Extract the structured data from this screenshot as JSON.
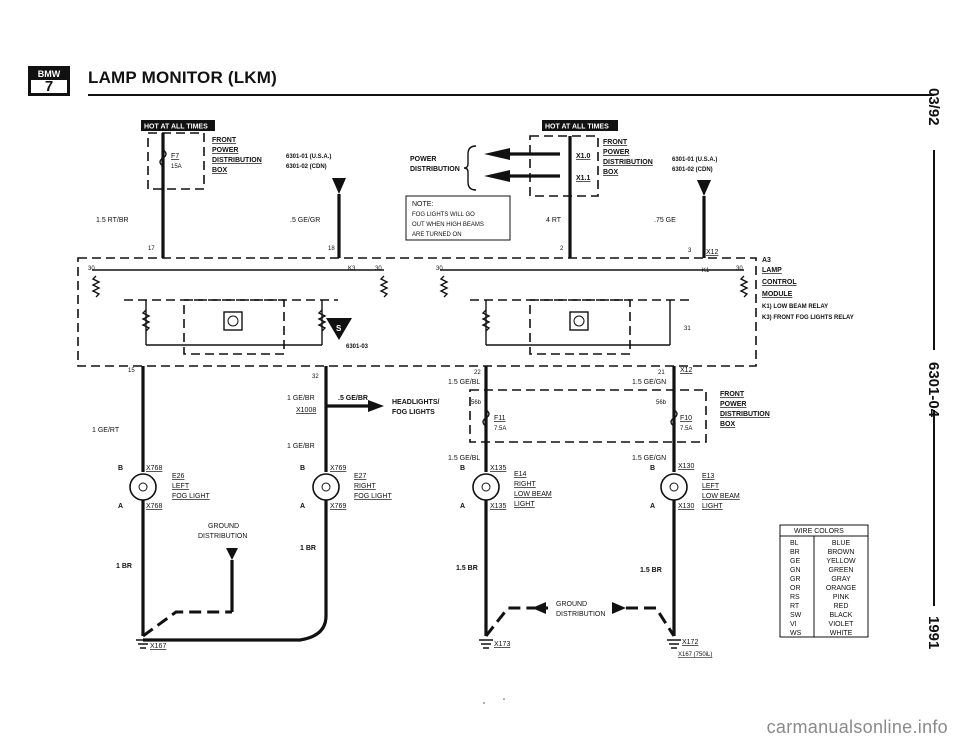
{
  "header": {
    "logo_text": "BMW",
    "logo_number": "7",
    "title": "LAMP MONITOR (LKM)"
  },
  "side": {
    "date": "03/92",
    "code": "6301-04",
    "year": "1991"
  },
  "hot_left": {
    "badge": "HOT AT ALL TIMES",
    "fuse": "F7",
    "amp": "15A",
    "box": [
      "FRONT",
      "POWER",
      "DISTRIBUTION",
      "BOX"
    ],
    "wire": "1.5 RT/BR",
    "pin": "17"
  },
  "ref_left": {
    "line1": "6301-01 (U.S.A.)",
    "line2": "6301-02 (CDN)",
    "wire": ".5 GE/GR",
    "pin": "18"
  },
  "power_dist": {
    "label": [
      "POWER",
      "DISTRIBUTION"
    ]
  },
  "hot_right": {
    "badge": "HOT AT ALL TIMES",
    "x_top": "X1.0",
    "x_bottom": "X1.1",
    "box": [
      "FRONT",
      "POWER",
      "DISTRIBUTION",
      "BOX"
    ],
    "wire": "4 RT",
    "pin": "2"
  },
  "ref_right": {
    "line1": "6301-01 (U.S.A.)",
    "line2": "6301-02 (CDN)",
    "wire": ".75 GE",
    "pin": "3",
    "connector": "X12"
  },
  "note": {
    "title": "NOTE:",
    "lines": [
      "FOG LIGHTS WILL GO",
      "OUT WHEN HIGH BEAMS",
      "ARE TURNED ON"
    ]
  },
  "module": {
    "id": "A3",
    "name": [
      "LAMP",
      "CONTROL",
      "MODULE"
    ],
    "relays": [
      "K1) LOW BEAM RELAY",
      "K3) FRONT FOG LIGHTS RELAY"
    ],
    "k3": "K3",
    "k1": "K1",
    "t30": "30",
    "ref_s": "6301-03",
    "ground_pin": "31"
  },
  "pins": {
    "p15": "15",
    "p32": "32",
    "p22": "22",
    "p21": "21",
    "x12": "X12"
  },
  "wires": {
    "ge_rt": "1 GE/RT",
    "ge_br_1": "1 GE/BR",
    "ge_br_small": ".5 GE/BR",
    "ge_br_2": "1 GE/BR",
    "ge_bl_1": "1.5 GE/BL",
    "ge_gn_1": "1.5 GE/GN",
    "ge_bl_2": "1.5 GE/BL",
    "ge_gn_2": "1.5 GE/GN",
    "br_1": "1 BR",
    "br_2": "1 BR",
    "br_3": "1.5 BR",
    "br_4": "1.5 BR"
  },
  "headlights": {
    "connector": "X1008",
    "label": [
      "HEADLIGHTS/",
      "FOG LIGHTS"
    ]
  },
  "fuses_mid": {
    "f11": "F11",
    "f11_amp": "7.5A",
    "f10": "F10",
    "f10_amp": "7.5A",
    "pin_l": "56b",
    "pin_r": "56b",
    "box": [
      "FRONT",
      "POWER",
      "DISTRIBUTION",
      "BOX"
    ]
  },
  "lamps": [
    {
      "id": "E26",
      "text": [
        "LEFT",
        "FOG LIGHT"
      ],
      "conn": "X768",
      "b": "B",
      "a": "A"
    },
    {
      "id": "E27",
      "text": [
        "RIGHT",
        "FOG LIGHT"
      ],
      "conn": "X769",
      "b": "B",
      "a": "A"
    },
    {
      "id": "E14",
      "text": [
        "RIGHT",
        "LOW BEAM",
        "LIGHT"
      ],
      "conn": "X135",
      "b": "B",
      "a": "A"
    },
    {
      "id": "E13",
      "text": [
        "LEFT",
        "LOW BEAM",
        "LIGHT"
      ],
      "conn": "X130",
      "b": "B",
      "a": "A"
    }
  ],
  "ground": {
    "dist_left": [
      "GROUND",
      "DISTRIBUTION"
    ],
    "dist_right": [
      "GROUND",
      "DISTRIBUTION"
    ],
    "x167": "X167",
    "x173": "X173",
    "x172": "X172",
    "x167b": "X167 (750iL)"
  },
  "wire_colors": {
    "title": "WIRE COLORS",
    "rows": [
      [
        "BL",
        "BLUE"
      ],
      [
        "BR",
        "BROWN"
      ],
      [
        "GE",
        "YELLOW"
      ],
      [
        "GN",
        "GREEN"
      ],
      [
        "GR",
        "GRAY"
      ],
      [
        "OR",
        "ORANGE"
      ],
      [
        "RS",
        "PINK"
      ],
      [
        "RT",
        "RED"
      ],
      [
        "SW",
        "BLACK"
      ],
      [
        "VI",
        "VIOLET"
      ],
      [
        "WS",
        "WHITE"
      ]
    ]
  },
  "watermark": "carmanualsonline.info"
}
